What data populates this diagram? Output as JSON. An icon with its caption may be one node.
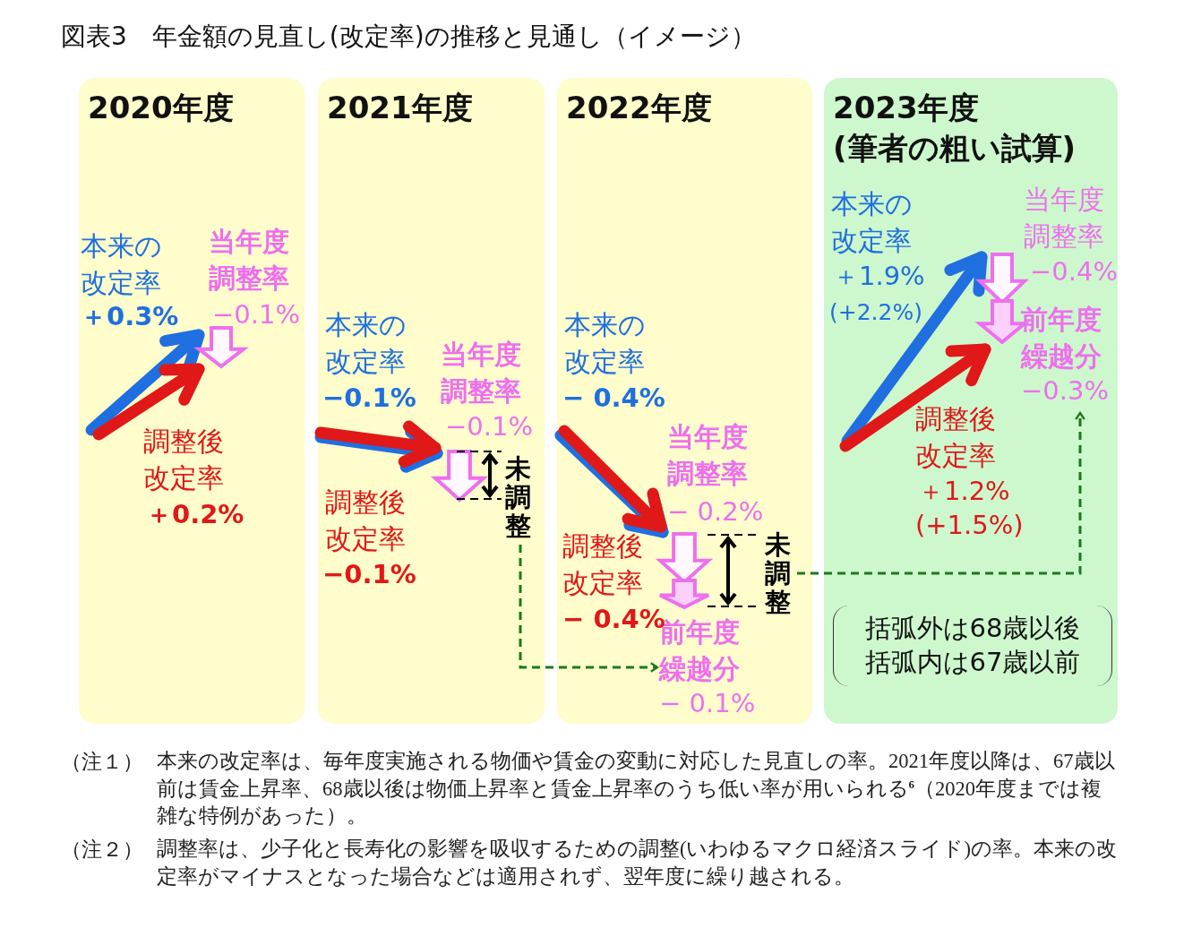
{
  "diagram": {
    "title": "図表3　年金額の見直し(改定率)の推移と見通し（イメージ）",
    "nodes": [
      {
        "text": [
          "2020年度"
        ]
      },
      {
        "text": [
          "2021年度"
        ]
      },
      {
        "text": [
          "2022年度"
        ]
      },
      {
        "text": [
          "2023年度",
          "(筆者の粗い試算)"
        ]
      },
      {
        "text": [
          "未調整"
        ],
        "in": 1
      },
      {
        "text": [
          "前年度繰越分",
          "− 0.1%"
        ],
        "in": 2
      },
      {
        "text": [
          "未調整"
        ],
        "in": 2
      },
      {
        "text": [
          "前年度繰越分",
          "−0.3%"
        ],
        "in": 3
      },
      {
        "text": [
          "括弧外は68歳以後",
          "括弧内は67歳以前"
        ],
        "in": 3
      }
    ],
    "edges": [
      {
        "from": 4,
        "to": 5,
        "arrow": "to",
        "style": "dashed"
      },
      {
        "from": 6,
        "to": 7,
        "arrow": "to",
        "style": "dashed"
      }
    ],
    "labels": [
      "本来の改定率",
      "＋0.3%",
      "当年度調整率",
      "−0.1%",
      "調整後改定率",
      "＋0.2%",
      "本来の改定率",
      "−0.1%",
      "当年度調整率",
      "−0.1%",
      "調整後改定率",
      "−0.1%",
      "本来の改定率",
      "− 0.4%",
      "当年度調整率",
      "− 0.2%",
      "調整後改定率",
      "− 0.4%",
      "本来の改定率",
      "＋1.9%",
      "(+2.2%)",
      "当年度調整率",
      "−0.4%",
      "調整後改定率",
      "＋1.2%",
      "(+1.5%)",
      "（注１）",
      "本来の改定率は、毎年度実施される物価や賃金の変動に対応した見直しの率。2021年度以降は、67歳以前は賃金上昇率、68歳以後は物価上昇率と賃金上昇率のうち低い率が用いられる$^{6}$（2020年度までは複雑な特例があった）。",
      "（注２）",
      "調整率は、少子化と長寿化の影響を吸収するための調整(いわゆるマクロ経済スライド)の率。本来の改定率がマイナスとなった場合などは適用されず、翌年度に繰り越される。"
    ]
  }
}
